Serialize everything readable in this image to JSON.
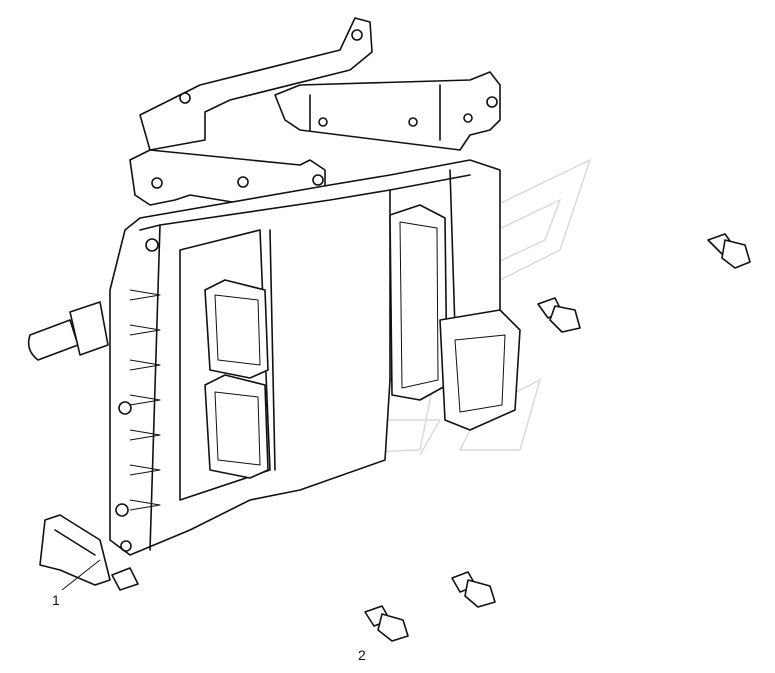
{
  "callouts": {
    "item_1": "1",
    "item_2": "2"
  },
  "colors": {
    "line": "#111111",
    "background": "#ffffff",
    "watermark": "#d8d8d8"
  },
  "parts": [
    "ecu-module",
    "mounting-bracket",
    "flange-bolt"
  ]
}
